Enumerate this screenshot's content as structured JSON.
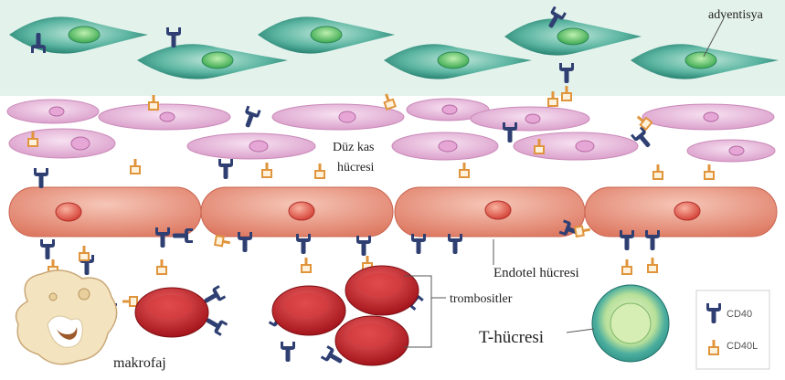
{
  "labels": {
    "adventisya": "adventisya",
    "duz_kas_line1": "Düz kas",
    "duz_kas_line2": "hücresi",
    "endotel": "Endotel hücresi",
    "trombositler": "trombositler",
    "t_hucresi": "T-hücresi",
    "makrofaj": "makrofaj"
  },
  "legend": {
    "cd40": "CD40",
    "cd40l": "CD40L"
  },
  "colors": {
    "adventitia_bg": "#e4f2ec",
    "fibroblast": "#3aa38f",
    "fibroblast_nucleus": "#4cc06a",
    "smooth_muscle": "#e9b7dc",
    "endothelial": "#e98a74",
    "platelet": "#c8262c",
    "t_cell": "#4fb3a2",
    "macrophage": "#f3e3bf",
    "cd40": "#2f3f72",
    "cd40l": "#e0953c"
  }
}
